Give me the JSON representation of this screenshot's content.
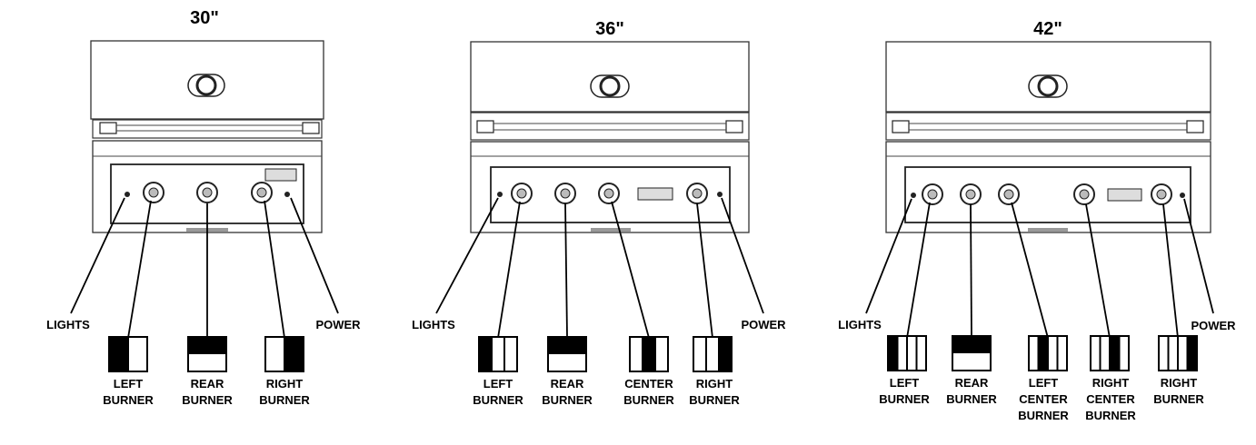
{
  "grills": [
    {
      "id": "g30",
      "title": "30\"",
      "labels": {
        "lights": "LIGHTS",
        "power": "POWER",
        "burners": [
          {
            "lines": [
              "LEFT",
              "BURNER"
            ],
            "pattern": [
              1,
              0
            ]
          },
          {
            "lines": [
              "REAR",
              "BURNER"
            ],
            "pattern": "rear"
          },
          {
            "lines": [
              "RIGHT",
              "BURNER"
            ],
            "pattern": [
              0,
              1
            ]
          }
        ]
      }
    },
    {
      "id": "g36",
      "title": "36\"",
      "labels": {
        "lights": "LIGHTS",
        "power": "POWER",
        "burners": [
          {
            "lines": [
              "LEFT",
              "BURNER"
            ],
            "pattern": [
              1,
              0,
              0
            ]
          },
          {
            "lines": [
              "REAR",
              "BURNER"
            ],
            "pattern": "rear"
          },
          {
            "lines": [
              "CENTER",
              "BURNER"
            ],
            "pattern": [
              0,
              1,
              0
            ]
          },
          {
            "lines": [
              "RIGHT",
              "BURNER"
            ],
            "pattern": [
              0,
              0,
              1
            ]
          }
        ]
      }
    },
    {
      "id": "g42",
      "title": "42\"",
      "labels": {
        "lights": "LIGHTS",
        "power": "POWER",
        "burners": [
          {
            "lines": [
              "LEFT",
              "BURNER"
            ],
            "pattern": [
              1,
              0,
              0,
              0
            ]
          },
          {
            "lines": [
              "REAR",
              "BURNER"
            ],
            "pattern": "rear"
          },
          {
            "lines": [
              "LEFT",
              "CENTER",
              "BURNER"
            ],
            "pattern": [
              0,
              1,
              0,
              0
            ]
          },
          {
            "lines": [
              "RIGHT",
              "CENTER",
              "BURNER"
            ],
            "pattern": [
              0,
              0,
              1,
              0
            ]
          },
          {
            "lines": [
              "RIGHT",
              "BURNER"
            ],
            "pattern": [
              0,
              0,
              0,
              1
            ]
          }
        ]
      }
    }
  ],
  "colors": {
    "ink": "#000000",
    "outline": "#333333",
    "background": "#ffffff"
  },
  "icons": [
    "temperature-gauge-icon",
    "control-knob-icon",
    "indicator-light-icon",
    "logo-badge-icon"
  ]
}
